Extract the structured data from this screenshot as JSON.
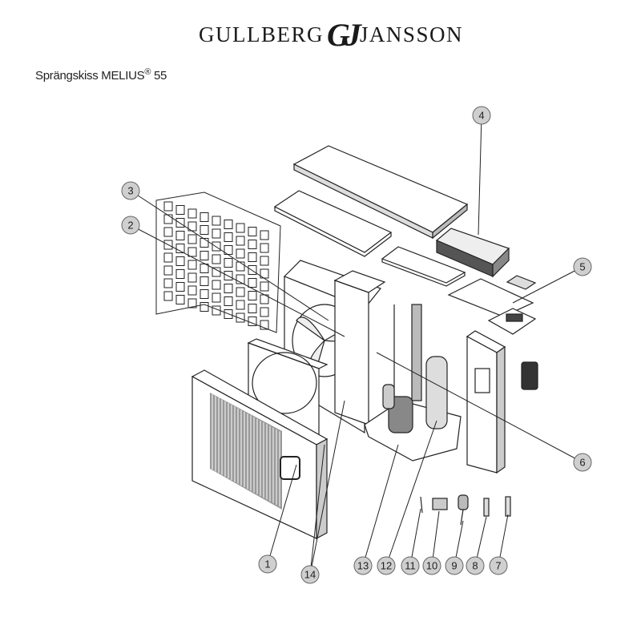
{
  "logo": {
    "left": "Gullberg",
    "monogram": "GJ",
    "right": "Jansson"
  },
  "title": {
    "text": "Sprängskiss MELIUS",
    "reg": "®",
    "model": "55"
  },
  "callouts": [
    "1",
    "2",
    "3",
    "4",
    "5",
    "6",
    "7",
    "8",
    "9",
    "10",
    "11",
    "12",
    "13",
    "14"
  ],
  "colors": {
    "callout_fill": "#cfcfcf",
    "line": "#222222"
  }
}
